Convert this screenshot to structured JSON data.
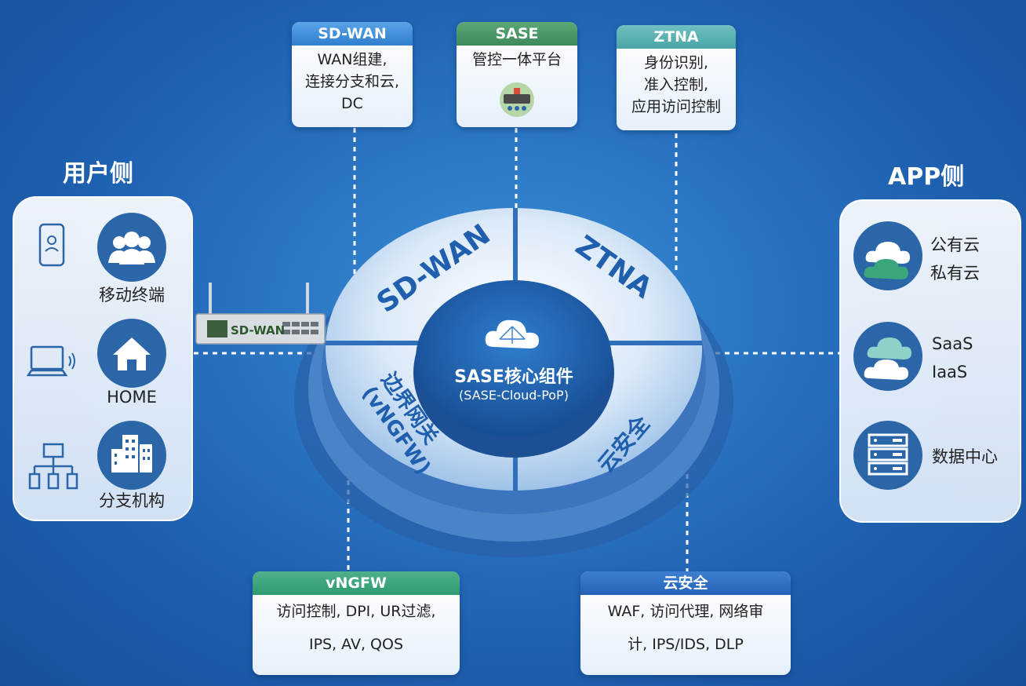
{
  "top_boxes": [
    {
      "title": "SD-WAN",
      "lines": [
        "WAN组建,",
        "连接分支和云,",
        "DC"
      ]
    },
    {
      "title": "SASE",
      "lines": [
        "管控一体平台"
      ]
    },
    {
      "title": "ZTNA",
      "lines": [
        "身份识别,",
        "准入控制,",
        "应用访问控制"
      ]
    }
  ],
  "bottom_boxes": [
    {
      "title": "vNGFW",
      "lines": [
        "访问控制, DPI, UR过滤,",
        "IPS, AV, QOS"
      ]
    },
    {
      "title": "云安全",
      "lines": [
        "WAF, 访问代理, 网络审",
        "计, IPS/IDS, DLP"
      ]
    }
  ],
  "user_side": {
    "title": "用户侧",
    "items": [
      {
        "label": "移动终端",
        "icon": "users-icon",
        "side_icon": "phone-icon"
      },
      {
        "label": "HOME",
        "icon": "home-icon",
        "side_icon": "laptop-icon"
      },
      {
        "label": "分支机构",
        "icon": "buildings-icon",
        "side_icon": "network-icon"
      }
    ]
  },
  "app_side": {
    "title": "APP侧",
    "items": [
      {
        "lines": [
          "公有云",
          "私有云"
        ],
        "icon": "cloud-icon"
      },
      {
        "lines": [
          "SaaS",
          "IaaS"
        ],
        "icon": "clouds-icon"
      },
      {
        "lines": [
          "数据中心"
        ],
        "icon": "servers-icon"
      }
    ]
  },
  "device_label": "SD-WAN",
  "ring": {
    "q1": "SD-WAN",
    "q2": "ZTNA",
    "q3_l1": "边界网关",
    "q3_l2": "(vNGFW)",
    "q4": "云安全"
  },
  "core": {
    "title": "SASE核心组件",
    "subtitle": "(SASE-Cloud-PoP)"
  }
}
